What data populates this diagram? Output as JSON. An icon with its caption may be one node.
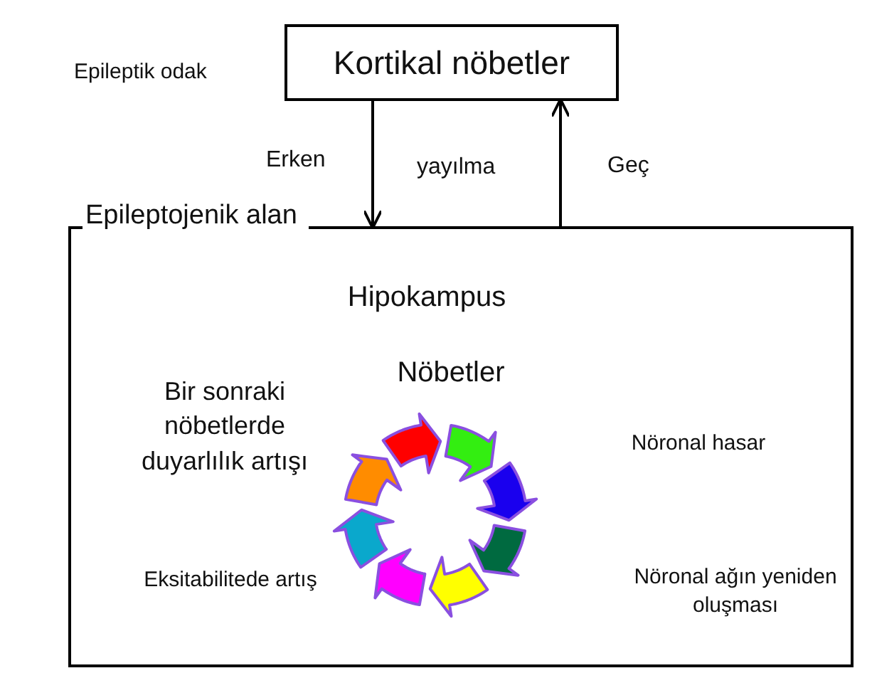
{
  "diagram": {
    "nodes": [
      {
        "text": [
          "Kortikal nöbetler"
        ],
        "beside": [
          "Epileptik odak"
        ]
      },
      {
        "text": [
          "Epileptojenik alan",
          "Hipokampus"
        ]
      }
    ],
    "edges": [
      {
        "from": 0,
        "to": 1,
        "arrow": "to",
        "label": "Erken"
      },
      {
        "from": 1,
        "to": 0,
        "arrow": "to",
        "label": "Geç"
      }
    ],
    "labels": [
      "yayılma",
      "Nöbetler",
      "Bir sonraki nöbetlerde duyarlılık artışı",
      "Nöronal hasar",
      "Eksitabilitede artış",
      "Nöronal ağın yeniden oluşması"
    ]
  }
}
